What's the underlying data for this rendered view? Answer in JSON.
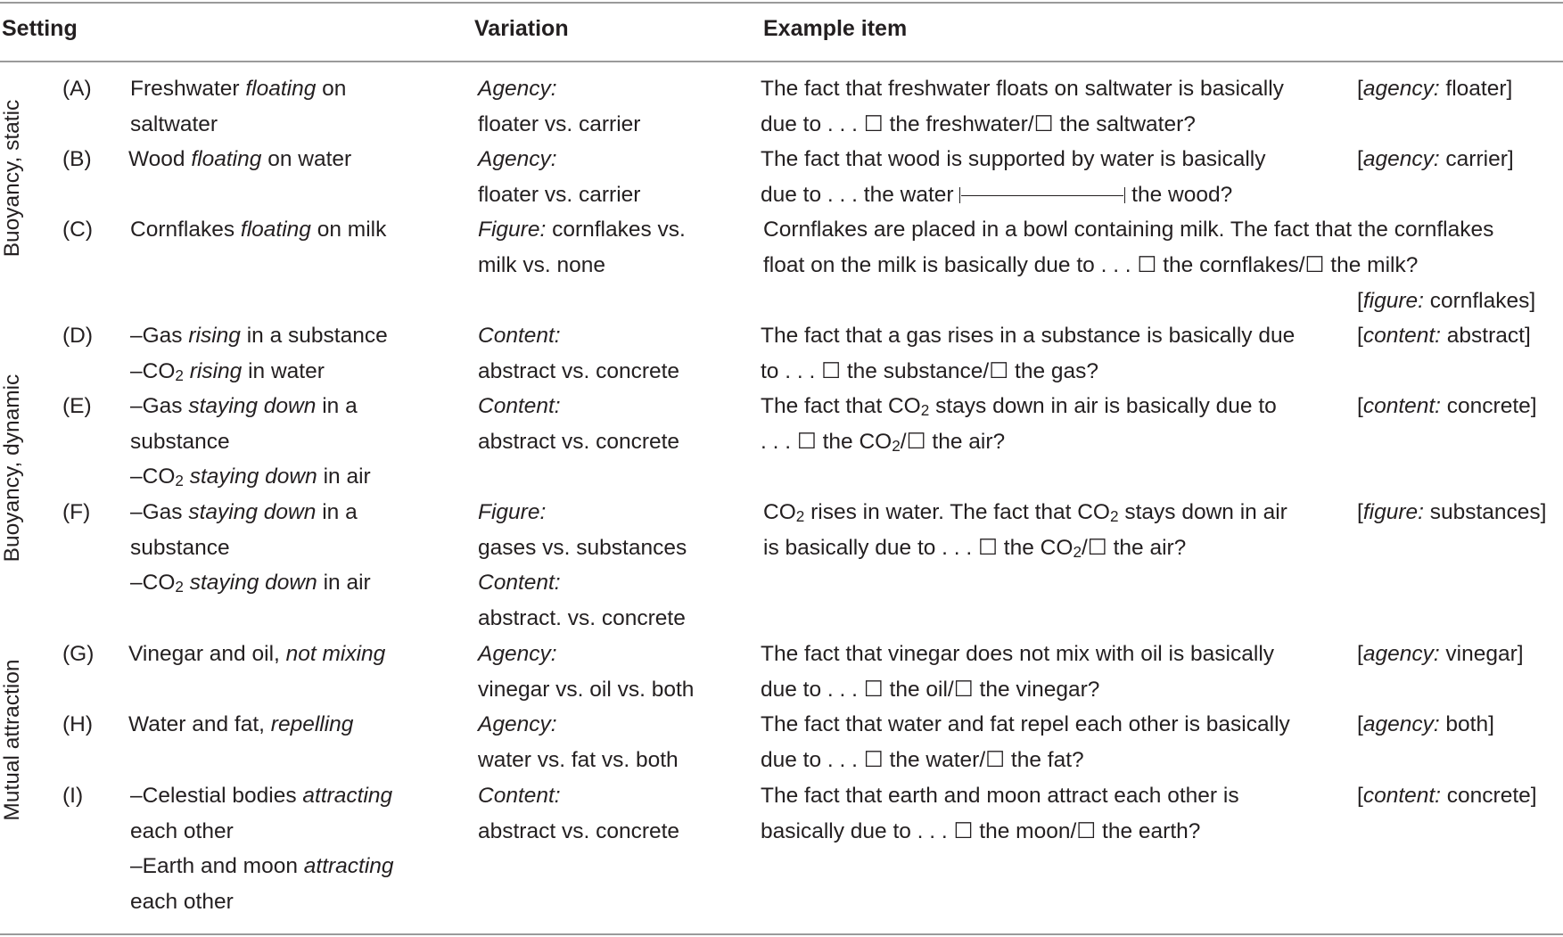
{
  "header": {
    "setting": "Setting",
    "variation": "Variation",
    "example": "Example item"
  },
  "groups": {
    "static": "Buoyancy, static",
    "dynamic": "Buoyancy, dynamic",
    "mutual": "Mutual attraction"
  },
  "rows": {
    "A": {
      "label": "(A)",
      "setting": [
        "Freshwater ",
        "floating",
        " on",
        "saltwater"
      ],
      "variation": [
        "Agency:",
        "floater vs. carrier"
      ],
      "example": [
        "The fact that freshwater floats on saltwater is basically",
        "due to . . . ",
        "☐",
        " the freshwater/",
        "☐",
        " the saltwater?"
      ],
      "tag": [
        "[",
        "agency:",
        " floater]"
      ]
    },
    "B": {
      "label": "(B)",
      "setting": [
        "Wood ",
        "floating",
        " on water"
      ],
      "variation": [
        "Agency:",
        "floater vs. carrier"
      ],
      "example": [
        "The fact that wood is supported by water is basically",
        "due to . . . the water ",
        " the wood?"
      ],
      "tag": [
        "[",
        "agency:",
        " carrier]"
      ]
    },
    "C": {
      "label": "(C)",
      "setting": [
        "Cornflakes ",
        "floating",
        " on milk"
      ],
      "variation": [
        "Figure:",
        " cornflakes vs.",
        "milk vs. none"
      ],
      "example": [
        "Cornflakes are placed in a bowl containing milk. The fact that the cornflakes",
        "float on the milk is basically due to . . . ",
        "☐",
        " the cornflakes/",
        "☐",
        " the milk?"
      ],
      "tag": [
        "[",
        "figure:",
        " cornflakes]"
      ]
    },
    "D": {
      "label": "(D)",
      "setting": [
        "–Gas ",
        "rising",
        " in a substance",
        "–CO",
        "2",
        " ",
        "rising",
        " in water"
      ],
      "variation": [
        "Content:",
        "abstract vs. concrete"
      ],
      "example": [
        "The fact that a gas rises in a substance is basically due",
        "to . . . ",
        "☐",
        " the substance/",
        "☐",
        " the gas?"
      ],
      "tag": [
        "[",
        "content:",
        " abstract]"
      ]
    },
    "E": {
      "label": "(E)",
      "setting": [
        "–Gas ",
        "staying down",
        " in a",
        "substance",
        "–CO",
        "2",
        " ",
        "staying down",
        " in air"
      ],
      "variation": [
        "Content:",
        "abstract vs. concrete"
      ],
      "example": [
        "The fact that CO",
        "2",
        " stays down in air is basically due to",
        ". . . ",
        "☐",
        " the CO",
        "2",
        "/",
        "☐",
        " the air?"
      ],
      "tag": [
        "[",
        "content:",
        " concrete]"
      ]
    },
    "F": {
      "label": "(F)",
      "setting": [
        "–Gas ",
        "staying down",
        " in a",
        "substance",
        "–CO",
        "2",
        " ",
        "staying down",
        " in air"
      ],
      "variation": [
        "Figure:",
        "gases vs. substances",
        "Content:",
        "abstract. vs. concrete"
      ],
      "example": [
        "CO",
        "2",
        " rises in water. The fact that CO",
        "2",
        " stays down in air",
        "is basically due to . . . ",
        "☐",
        " the CO",
        "2",
        "/",
        "☐",
        " the air?"
      ],
      "tag": [
        "[",
        "figure:",
        " substances]"
      ]
    },
    "G": {
      "label": "(G)",
      "setting": [
        "Vinegar and oil, ",
        "not mixing"
      ],
      "variation": [
        "Agency:",
        "vinegar vs. oil vs. both"
      ],
      "example": [
        "The fact that vinegar does not mix with oil is basically",
        "due to . . . ",
        "☐",
        " the oil/",
        "☐",
        " the vinegar?"
      ],
      "tag": [
        "[",
        "agency:",
        " vinegar]"
      ]
    },
    "H": {
      "label": "(H)",
      "setting": [
        "Water and fat, ",
        "repelling"
      ],
      "variation": [
        "Agency:",
        "water vs. fat vs. both"
      ],
      "example": [
        "The fact that water and fat repel each other is basically",
        "due to . . . ",
        "☐",
        " the water/",
        "☐",
        " the fat?"
      ],
      "tag": [
        "[",
        "agency:",
        " both]"
      ]
    },
    "I": {
      "label": "(I)",
      "setting": [
        "–Celestial bodies ",
        "attracting",
        "each other",
        "–Earth and moon ",
        "attracting",
        "each other"
      ],
      "variation": [
        "Content:",
        "abstract vs. concrete"
      ],
      "example": [
        "The fact that earth and moon attract each other is",
        "basically due to . . . ",
        "☐",
        " the moon/",
        "☐",
        " the earth?"
      ],
      "tag": [
        "[",
        "content:",
        " concrete]"
      ]
    }
  }
}
